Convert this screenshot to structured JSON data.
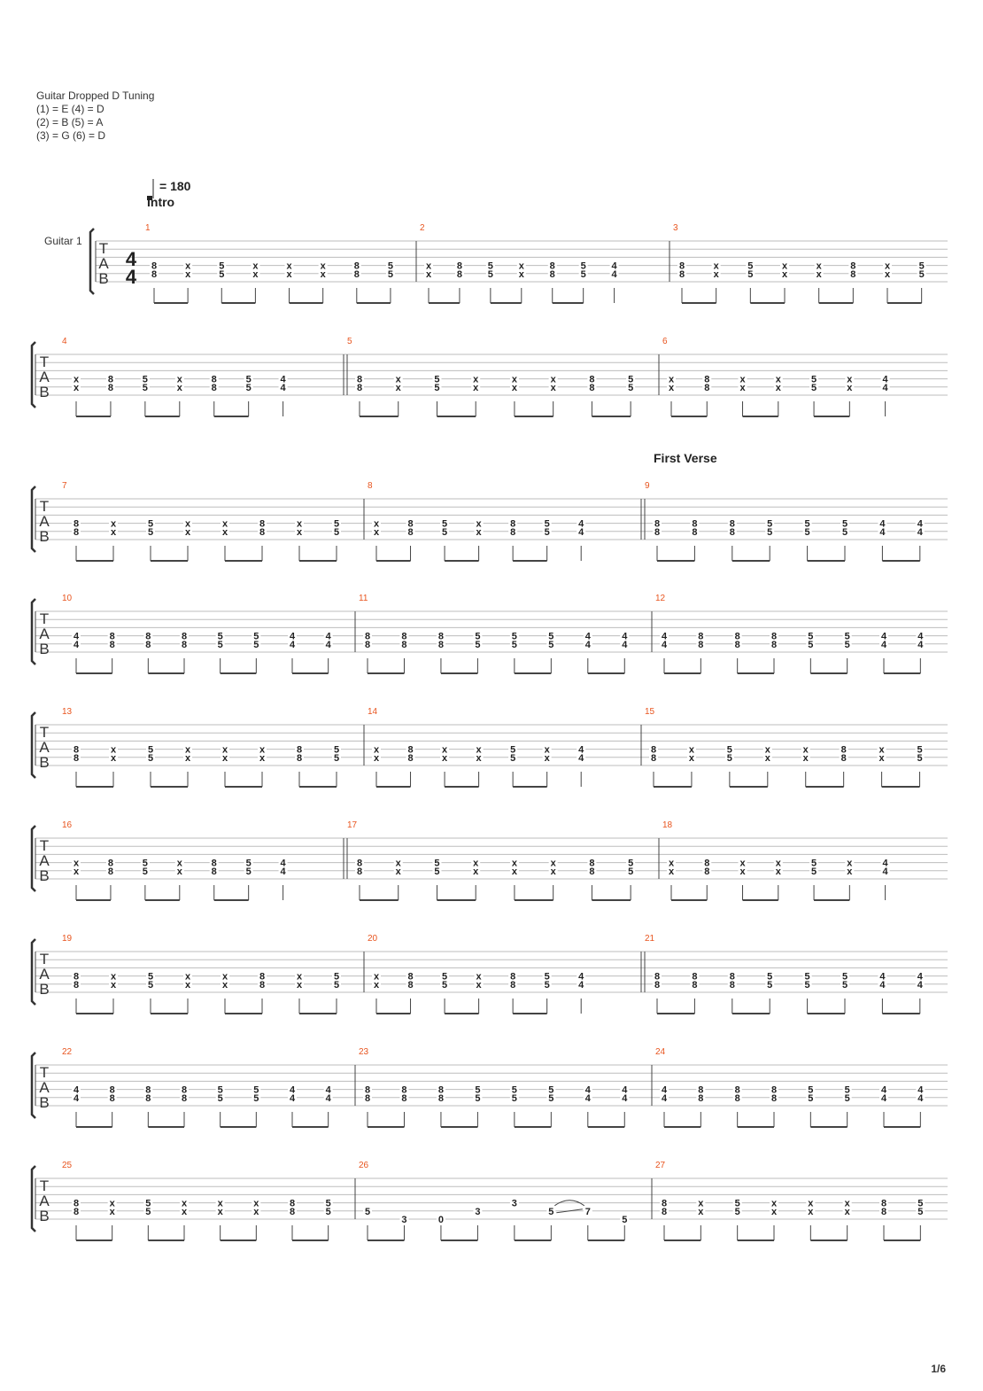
{
  "header": {
    "title": "Guitar Dropped D Tuning",
    "tuning_lines": [
      "(1) = E (4) = D",
      "(2) = B (5) = A",
      "(3) = G (6) = D"
    ]
  },
  "tempo": {
    "bpm_label": "= 180"
  },
  "sections": [
    {
      "label": "Intro",
      "measure": 1
    },
    {
      "label": "First Verse",
      "measure": 9
    }
  ],
  "track": {
    "name": "Guitar 1",
    "time_signature": [
      "4",
      "4"
    ],
    "tab_letters": [
      "T",
      "A",
      "B"
    ]
  },
  "patterns": {
    "riffA": [
      "8",
      "x",
      "5",
      "x",
      "x",
      "x",
      "8",
      "5"
    ],
    "riffB": [
      "x",
      "8",
      "5",
      "x",
      "8",
      "5",
      "4"
    ],
    "riffC": [
      "x",
      "8",
      "x",
      "x",
      "5",
      "x",
      "4"
    ],
    "riffD": [
      "8",
      "x",
      "5",
      "x",
      "x",
      "8",
      "x",
      "5"
    ],
    "verseA": [
      "8",
      "8",
      "8",
      "5",
      "5",
      "5",
      "4",
      "4"
    ],
    "verseB": [
      "4",
      "8",
      "8",
      "8",
      "5",
      "5",
      "4",
      "4"
    ],
    "verseC": [
      "8",
      "8",
      "8",
      "5",
      "5",
      "5",
      "4",
      "4"
    ]
  },
  "measures": [
    {
      "n": "1",
      "p": "riffA"
    },
    {
      "n": "2",
      "p": "riffB"
    },
    {
      "n": "3",
      "p": "riffD"
    },
    {
      "n": "4",
      "p": "riffB"
    },
    {
      "n": "5",
      "p": "riffA"
    },
    {
      "n": "6",
      "p": "riffC"
    },
    {
      "n": "7",
      "p": "riffD"
    },
    {
      "n": "8",
      "p": "riffB"
    },
    {
      "n": "9",
      "p": "verseA"
    },
    {
      "n": "10",
      "p": "verseB"
    },
    {
      "n": "11",
      "p": "verseC"
    },
    {
      "n": "12",
      "p": "verseB"
    },
    {
      "n": "13",
      "p": "riffA"
    },
    {
      "n": "14",
      "p": "riffC"
    },
    {
      "n": "15",
      "p": "riffD"
    },
    {
      "n": "16",
      "p": "riffB"
    },
    {
      "n": "17",
      "p": "riffA"
    },
    {
      "n": "18",
      "p": "riffC"
    },
    {
      "n": "19",
      "p": "riffD"
    },
    {
      "n": "20",
      "p": "riffB"
    },
    {
      "n": "21",
      "p": "verseA"
    },
    {
      "n": "22",
      "p": "verseB"
    },
    {
      "n": "23",
      "p": "verseC"
    },
    {
      "n": "24",
      "p": "verseB"
    },
    {
      "n": "25",
      "p": "riffA"
    },
    {
      "n": "26",
      "p": "solo"
    },
    {
      "n": "27",
      "p": "riffA"
    }
  ],
  "solo_notes": [
    {
      "fret": "5",
      "string": 5
    },
    {
      "fret": "3",
      "string": 6
    },
    {
      "fret": "0",
      "string": 6
    },
    {
      "fret": "3",
      "string": 5
    },
    {
      "fret": "3",
      "string": 4
    },
    {
      "fret": "5",
      "string": 5
    },
    {
      "fret": "7",
      "string": 5
    },
    {
      "fret": "5",
      "string": 6
    }
  ],
  "page": {
    "number": "1/6"
  },
  "colors": {
    "measure_number": "#e8541e",
    "staff_line": "#bdbdbd",
    "text": "#222222"
  }
}
